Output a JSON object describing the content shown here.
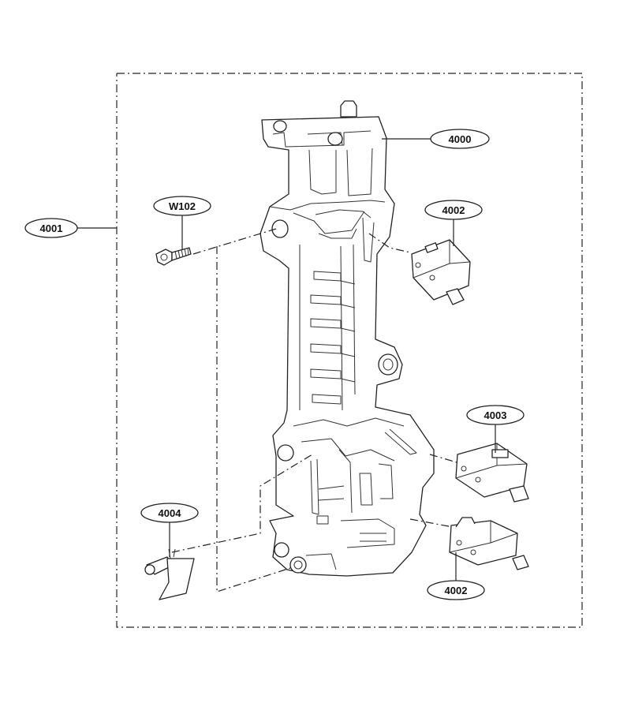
{
  "callouts": {
    "assembly": "4001",
    "frame": "4000",
    "screw": "W102",
    "switch_top": "4002",
    "switch_mid": "4003",
    "lever": "4004",
    "switch_bottom": "4002"
  }
}
